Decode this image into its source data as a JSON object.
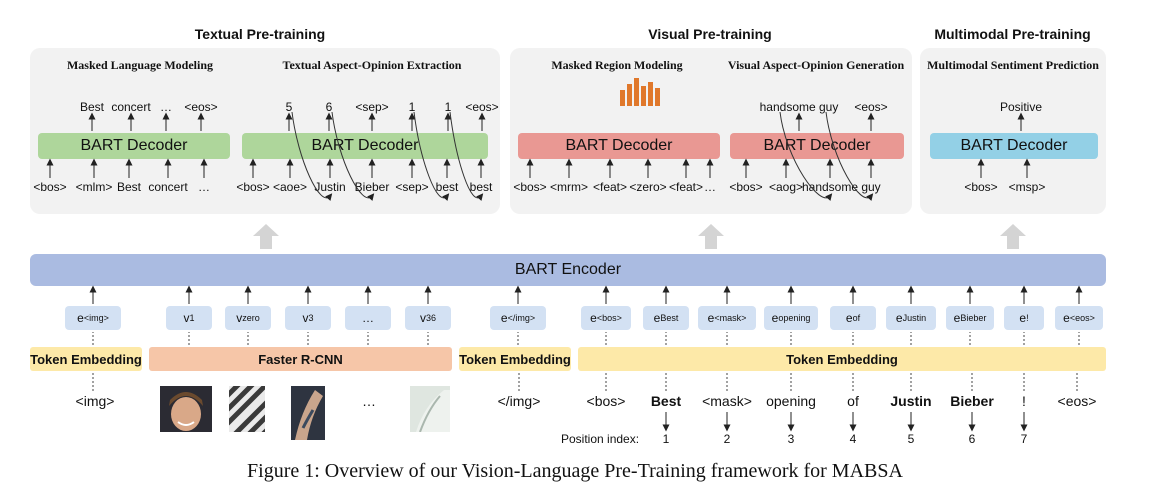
{
  "sections": [
    {
      "title": "Textual Pre-training"
    },
    {
      "title": "Visual Pre-training"
    },
    {
      "title": "Multimodal Pre-training"
    }
  ],
  "tasks": {
    "mlm": "Masked Language Modeling",
    "taoe": "Textual Aspect-Opinion Extraction",
    "mrm": "Masked Region Modeling",
    "vaog": "Visual Aspect-Opinion Generation",
    "msp": "Multimodal Sentiment Prediction"
  },
  "decoder_label": "BART Decoder",
  "encoder_label": "BART Encoder",
  "mlm": {
    "outputs": [
      "Best",
      "concert",
      "…",
      "<eos>"
    ],
    "inputs": [
      "<bos>",
      "<mlm>",
      "Best",
      "concert",
      "…"
    ]
  },
  "taoe": {
    "outputs": [
      "5",
      "6",
      "<sep>",
      "1",
      "1",
      "<eos>"
    ],
    "inputs": [
      "<bos>",
      "<aoe>",
      "Justin",
      "Bieber",
      "<sep>",
      "best",
      "best"
    ]
  },
  "mrm": {
    "inputs": [
      "<bos>",
      "<mrm>",
      "<feat>",
      "<zero>",
      "<feat>",
      "…"
    ]
  },
  "vaog": {
    "outputs": [
      "handsome guy",
      "<eos>"
    ],
    "inputs": [
      "<bos>",
      "<aog>",
      "handsome",
      "guy"
    ]
  },
  "msp": {
    "outputs": [
      "Positive"
    ],
    "inputs": [
      "<bos>",
      "<msp>"
    ]
  },
  "embeddings": [
    {
      "base": "e",
      "sub": "<img>"
    },
    {
      "base": "v",
      "sub": "1"
    },
    {
      "base": "v",
      "sub": "zero"
    },
    {
      "base": "v",
      "sub": "3"
    },
    {
      "base": "…",
      "sub": ""
    },
    {
      "base": "v",
      "sub": "36"
    },
    {
      "base": "e",
      "sub": "</img>"
    },
    {
      "base": "e",
      "sub": "<bos>"
    },
    {
      "base": "e",
      "sub": "Best"
    },
    {
      "base": "e",
      "sub": "<mask>"
    },
    {
      "base": "e",
      "sub": "opening"
    },
    {
      "base": "e",
      "sub": "of"
    },
    {
      "base": "e",
      "sub": "Justin"
    },
    {
      "base": "e",
      "sub": "Bieber"
    },
    {
      "base": "e",
      "sub": "!"
    },
    {
      "base": "e",
      "sub": "<eos>"
    }
  ],
  "bands": {
    "token_embedding": "Token Embedding",
    "faster_rcnn": "Faster R-CNN"
  },
  "input_tokens": {
    "img_open": "<img>",
    "ellipsis": "…",
    "img_close": "</img>",
    "text": [
      "<bos>",
      "Best",
      "<mask>",
      "opening",
      "of",
      "Justin",
      "Bieber",
      "!",
      "<eos>"
    ]
  },
  "position_label": "Position index:",
  "positions": [
    "1",
    "2",
    "3",
    "4",
    "5",
    "6",
    "7"
  ],
  "caption": "Figure 1: Overview of our Vision-Language Pre-Training framework for MABSA",
  "colors": {
    "textual_decoder": "#aed69b",
    "visual_decoder": "#e99893",
    "multimodal_decoder": "#93d0e6",
    "encoder": "#aabbe1",
    "embedding": "#d3e1f3",
    "token_embedding": "#fde9a8",
    "faster_rcnn": "#f6c6a8",
    "bar_chart": "#e0782b"
  }
}
